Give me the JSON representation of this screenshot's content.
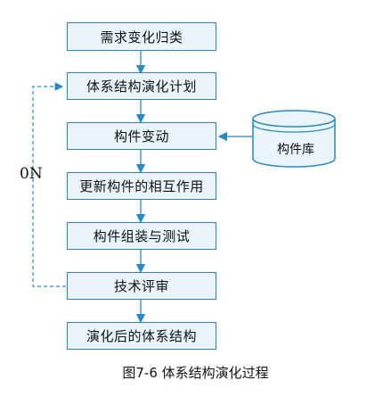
{
  "nodes": [
    {
      "id": "n1",
      "label": "需求变化归类"
    },
    {
      "id": "n2",
      "label": "体系结构演化计划"
    },
    {
      "id": "n3",
      "label": "构件变动"
    },
    {
      "id": "n4",
      "label": "更新构件的相互作用"
    },
    {
      "id": "n5",
      "label": "构件组装与测试"
    },
    {
      "id": "n6",
      "label": "技术评审"
    },
    {
      "id": "n7",
      "label": "演化后的体系结构"
    }
  ],
  "repository": {
    "label": "构件库"
  },
  "loop_label": "0N",
  "caption": "图7-6  体系结构演化过程",
  "colors": {
    "box_border": "#2a88bd",
    "box_fill": "#e9f4fb",
    "arrow": "#2a88bd"
  }
}
